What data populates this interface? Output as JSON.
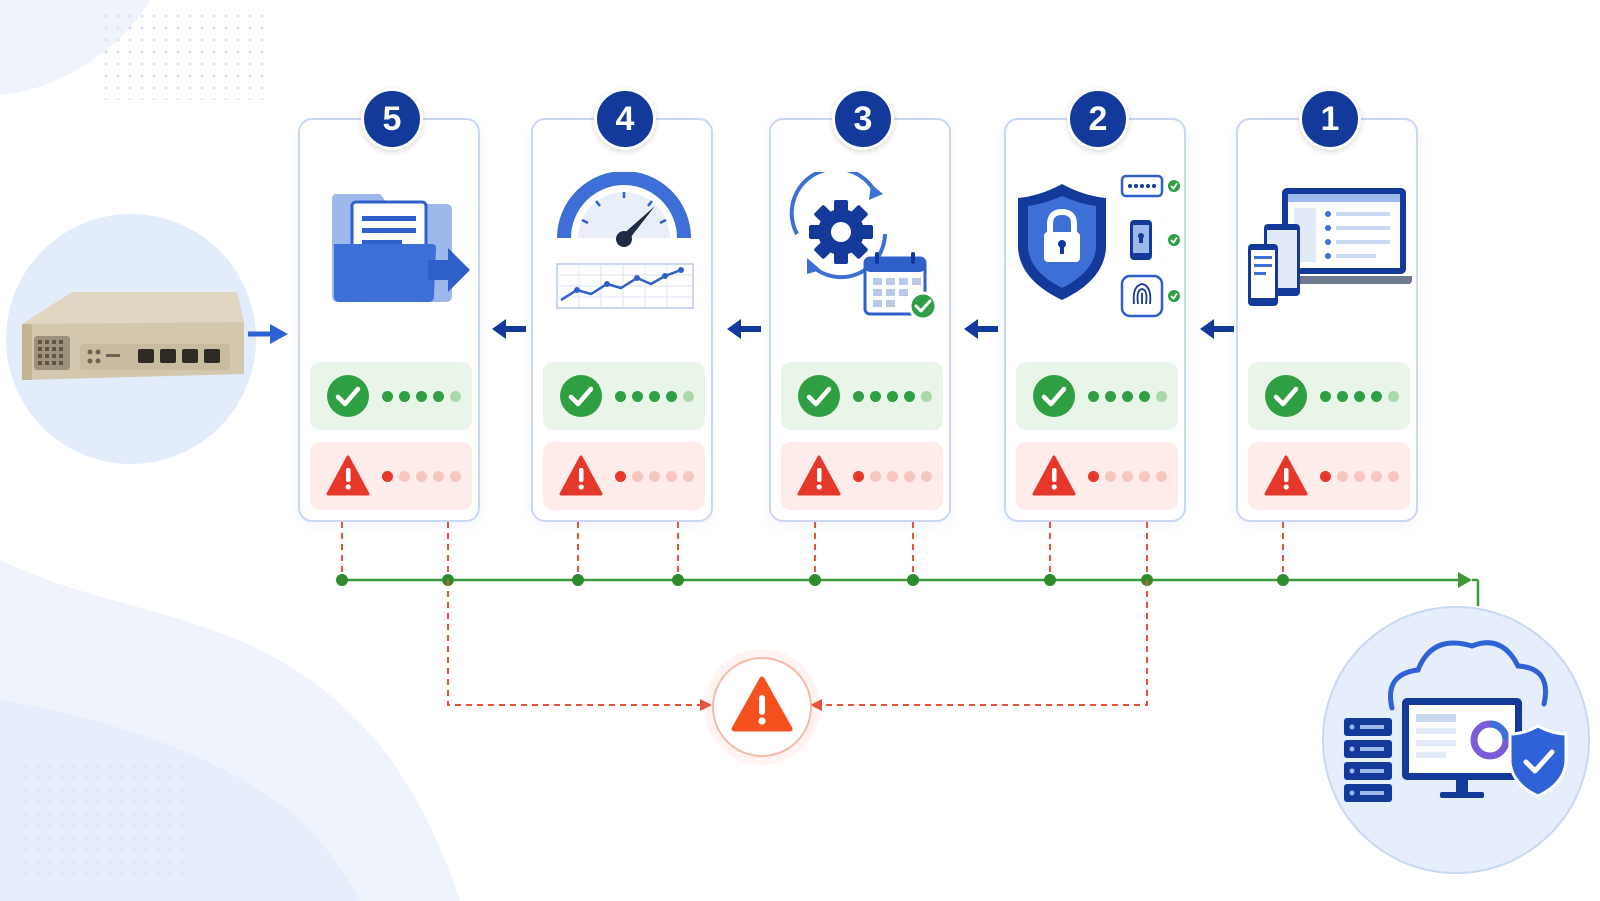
{
  "colors": {
    "brand": "#13399a",
    "accent_blue": "#2f62d6",
    "ok_green": "#2ea043",
    "err_red": "#e5372a",
    "alert_orange": "#f4511e",
    "bus_green": "#3a9a3a",
    "dashed_red": "#e5533d"
  },
  "stages": [
    {
      "number": "5",
      "icon": "folder-transfer-icon"
    },
    {
      "number": "4",
      "icon": "speedometer-chart-icon"
    },
    {
      "number": "3",
      "icon": "gear-calendar-icon"
    },
    {
      "number": "2",
      "icon": "shield-lock-auth-icon"
    },
    {
      "number": "1",
      "icon": "devices-icon"
    }
  ],
  "source": {
    "icon": "network-appliance-icon"
  },
  "destination": {
    "icon": "cloud-server-monitor-shield-icon"
  },
  "alert": {
    "icon": "warning-triangle-icon"
  }
}
